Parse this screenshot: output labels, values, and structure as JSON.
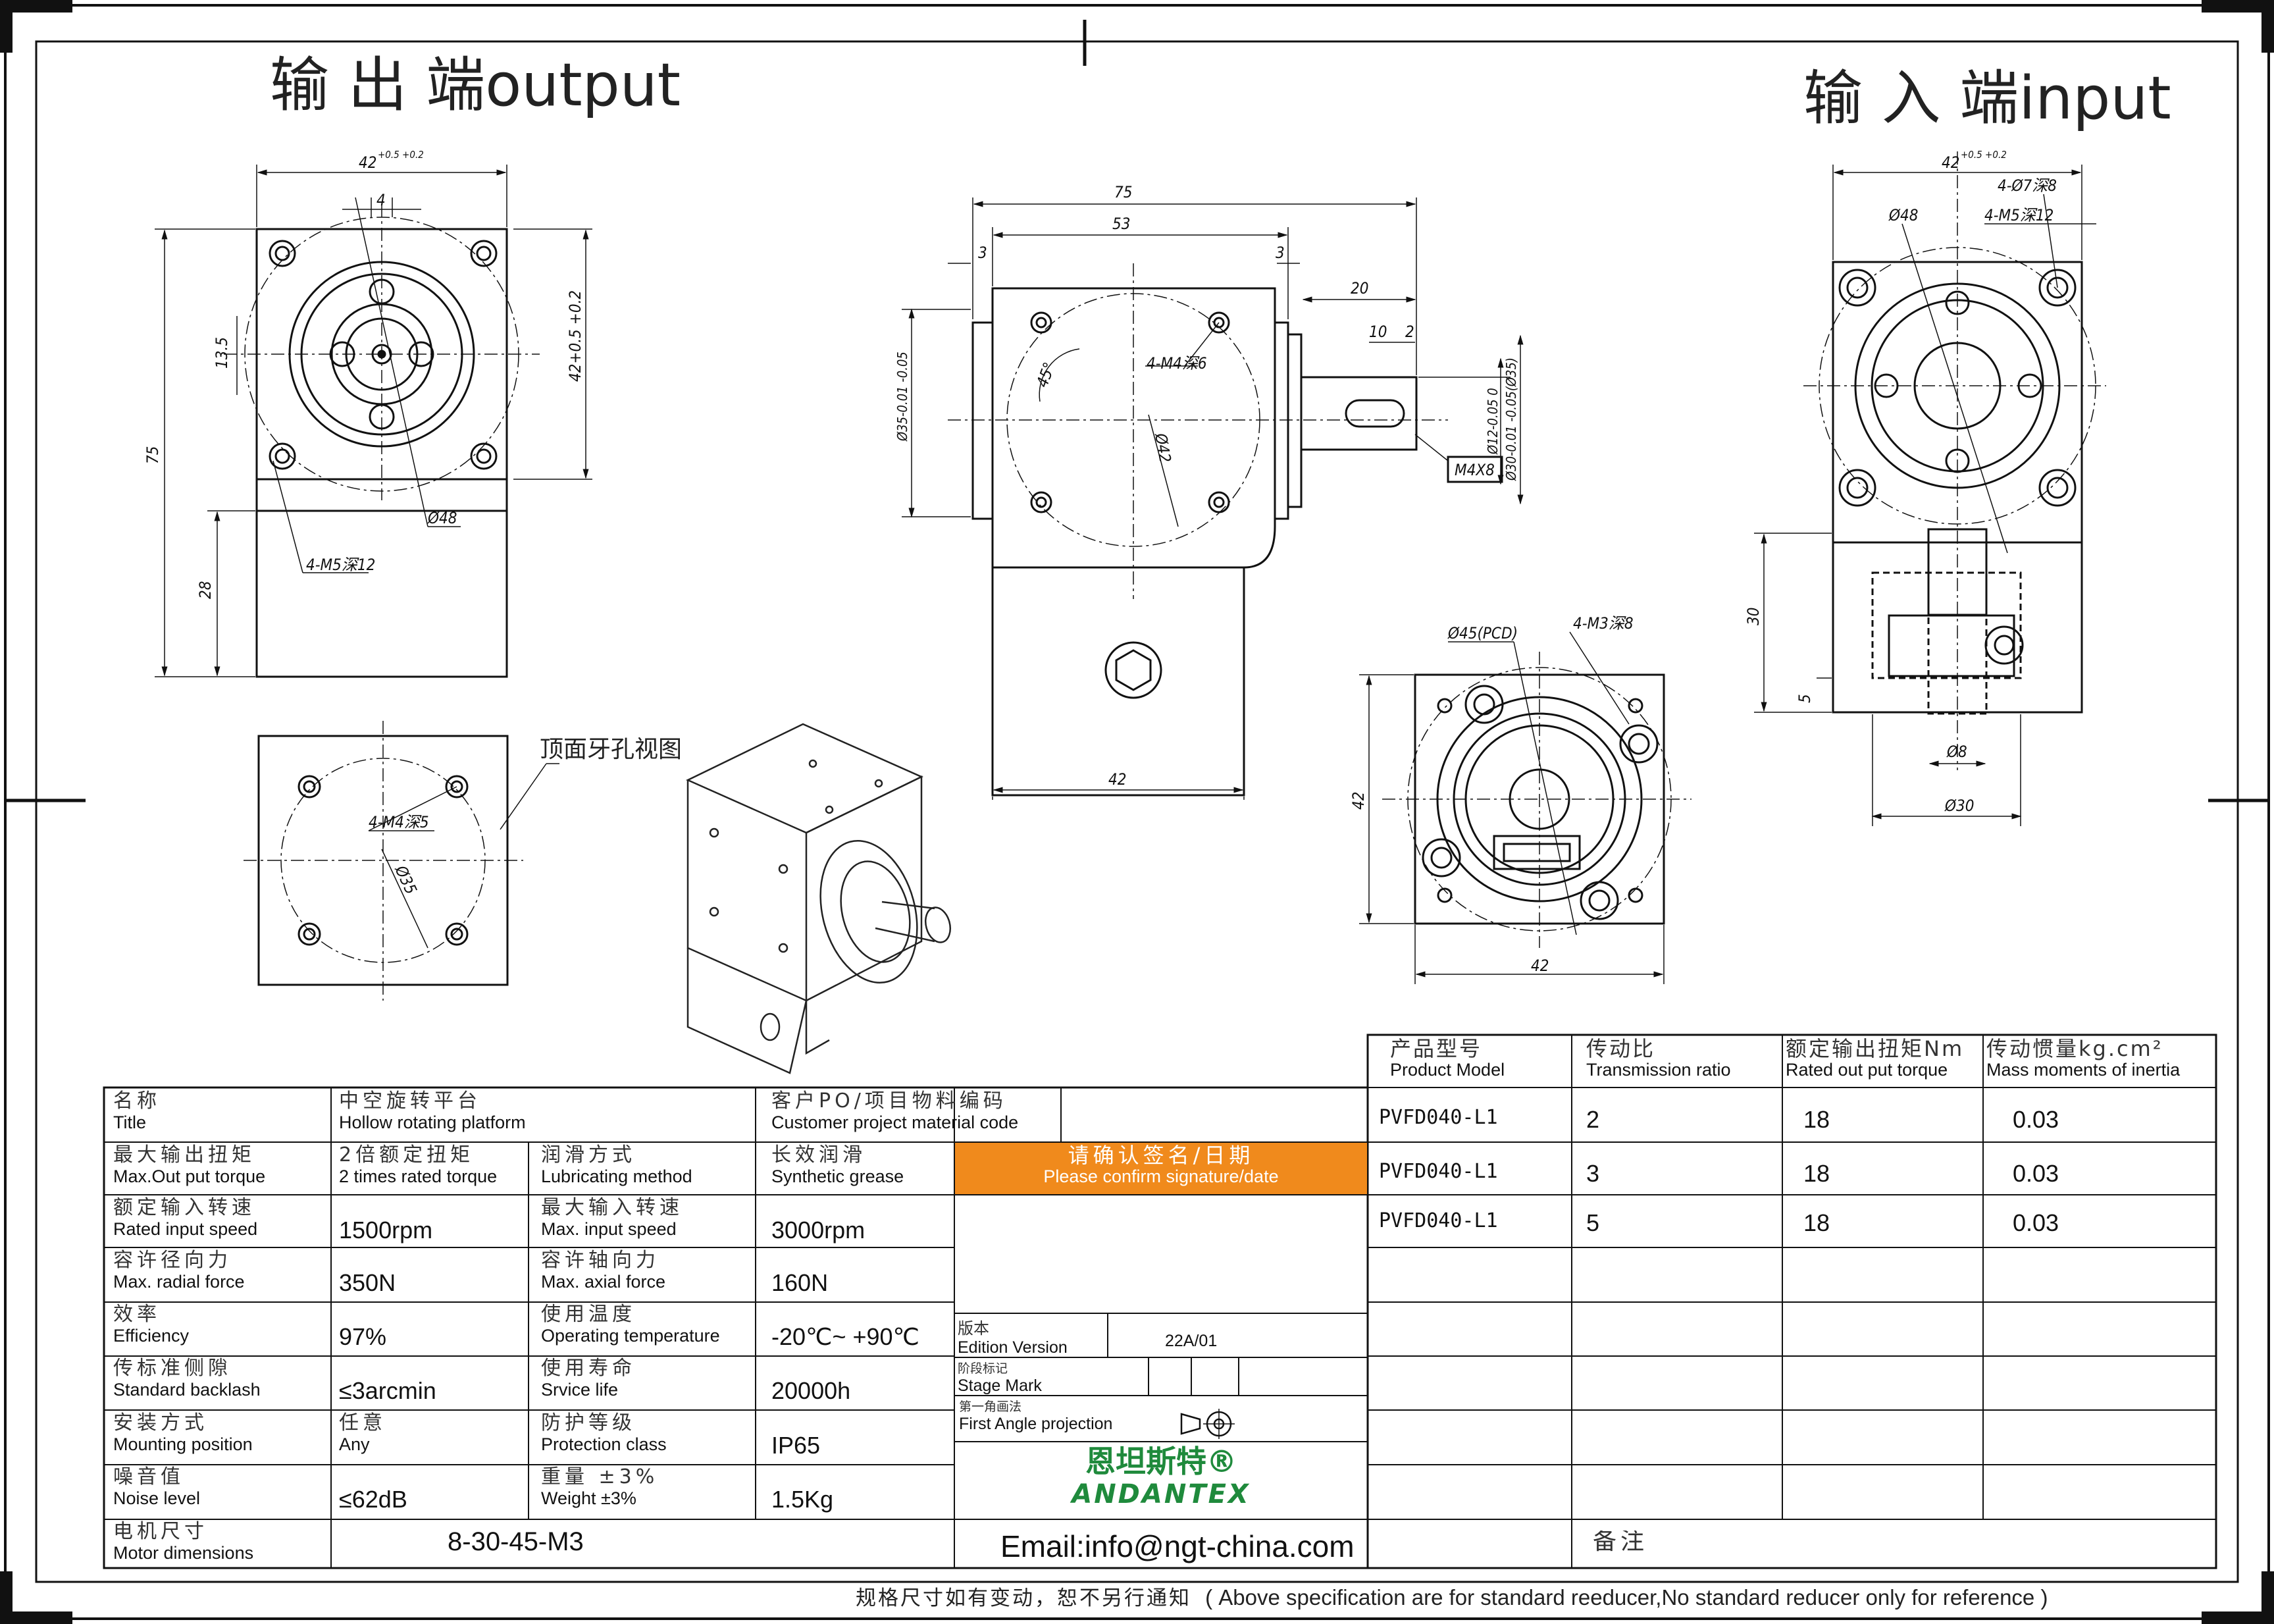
{
  "titles": {
    "output": "输 出 端output",
    "input": "输 入 端input",
    "top_view_label": "顶面牙孔视图"
  },
  "dimensions": {
    "out_width": "42",
    "out_width_tol": "+0.5 +0.2",
    "out_4": "4",
    "out_13_5": "13.5",
    "out_height_tol": "42+0.5 +0.2",
    "out_75": "75",
    "out_28": "28",
    "out_phi48": "Ø48",
    "out_holes": "4-M5深12",
    "top_holes": "4-M4深5",
    "top_phi35": "Ø35",
    "mid_75": "75",
    "mid_53": "53",
    "mid_3a": "3",
    "mid_3b": "3",
    "mid_20": "20",
    "mid_10": "10",
    "mid_2": "2",
    "mid_45deg": "45°",
    "mid_holes": "4-M4深6",
    "mid_phi42": "Ø42",
    "mid_phi35": "Ø35-0.01 -0.05",
    "mid_phi12": "Ø12-0.05 0",
    "mid_phi30": "Ø30-0.01 -0.05(Ø35)",
    "mid_m4x8": "M4X8",
    "mid_42": "42",
    "flange_pcd": "Ø45(PCD)",
    "flange_holes": "4-M3深8",
    "flange_42v": "42",
    "flange_42h": "42",
    "in_width": "42",
    "in_width_tol": "+0.5 +0.2",
    "in_holes_a": "4-Ø7深8",
    "in_holes_b": "4-M5深12",
    "in_phi48": "Ø48",
    "in_30": "30",
    "in_5": "5",
    "in_phi8": "Ø8",
    "in_phi30": "Ø30"
  },
  "spec_table": {
    "title_zh": "名称",
    "title_en": "Title",
    "title_value_zh": "中空旋转平台",
    "title_value_en": "Hollow rotating platform",
    "customer_zh": "客户PO/项目物料编码",
    "customer_en": "Customer project material code",
    "rows": [
      {
        "l_zh": "最大输出扭矩",
        "l_en": "Max.Out put torque",
        "v1_zh": "2倍额定扭矩",
        "v1_en": "2 times rated torque",
        "m_zh": "润滑方式",
        "m_en": "Lubricating method",
        "v2_zh": "长效润滑",
        "v2_en": "Synthetic grease"
      },
      {
        "l_zh": "额定输入转速",
        "l_en": "Rated input speed",
        "v1": "1500rpm",
        "m_zh": "最大输入转速",
        "m_en": "Max. input speed",
        "v2": "3000rpm"
      },
      {
        "l_zh": "容许径向力",
        "l_en": "Max. radial force",
        "v1": "350N",
        "m_zh": "容许轴向力",
        "m_en": "Max. axial force",
        "v2": "160N"
      },
      {
        "l_zh": "效率",
        "l_en": "Efficiency",
        "v1": "97%",
        "m_zh": "使用温度",
        "m_en": "Operating temperature",
        "v2": "-20℃~ +90℃"
      },
      {
        "l_zh": "传标准侧隙",
        "l_en": "Standard backlash",
        "v1": "≤3arcmin",
        "m_zh": "使用寿命",
        "m_en": "Srvice life",
        "v2": "20000h"
      },
      {
        "l_zh": "安装方式",
        "l_en": "Mounting position",
        "v1_zh": "任意",
        "v1_en": "Any",
        "m_zh": "防护等级",
        "m_en": "Protection class",
        "v2": "IP65"
      },
      {
        "l_zh": "噪音值",
        "l_en": "Noise level",
        "v1": "≤62dB",
        "m_zh": "重量 ±3%",
        "m_en": "Weight ±3%",
        "v2": "1.5Kg"
      }
    ],
    "motor_zh": "电机尺寸",
    "motor_en": "Motor dimensions",
    "motor_value": "8-30-45-M3",
    "confirm_zh": "请确认签名/日期",
    "confirm_en": "Please confirm signature/date",
    "confirm_color": "#f08a1c",
    "edition_zh": "版本",
    "edition_en": "Edition Version",
    "edition_value": "22A/01",
    "stage_zh": "阶段标记",
    "stage_en": "Stage Mark",
    "projection_zh": "第一角画法",
    "projection_en": "First Angle projection",
    "logo_zh": "恩坦斯特®",
    "logo_en": "ANDANTEX",
    "logo_color": "#1f8a3c",
    "email": "Email:info@ngt-china.com",
    "remark_zh": "备注"
  },
  "model_table": {
    "headers": [
      {
        "zh": "产品型号",
        "en": "Product Model"
      },
      {
        "zh": "传动比",
        "en": "Transmission ratio"
      },
      {
        "zh": "额定输出扭矩Nm",
        "en": "Rated out put torque"
      },
      {
        "zh": "传动惯量kg.cm²",
        "en": "Mass moments of inertia"
      }
    ],
    "rows": [
      [
        "PVFD040-L1",
        "2",
        "18",
        "0.03"
      ],
      [
        "PVFD040-L1",
        "3",
        "18",
        "0.03"
      ],
      [
        "PVFD040-L1",
        "5",
        "18",
        "0.03"
      ]
    ]
  },
  "footer": {
    "note_zh": "规格尺寸如有变动，恕不另行通知",
    "note_en": "( Above specification are for standard reeducer,No standard reducer only for reference )"
  }
}
